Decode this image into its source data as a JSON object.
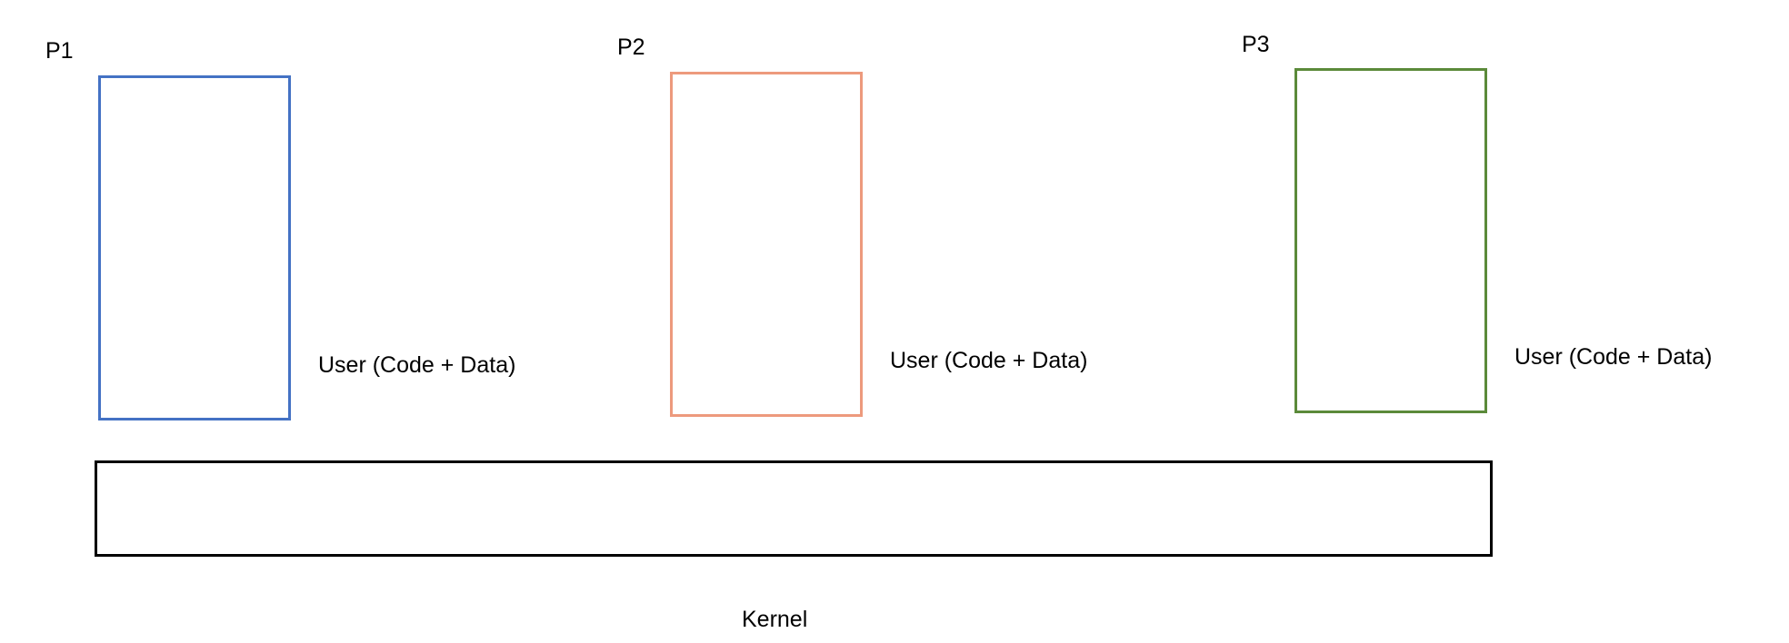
{
  "processes": [
    {
      "label": "P1",
      "region_label": "User (Code + Data)",
      "color": "#4472c4"
    },
    {
      "label": "P2",
      "region_label": "User (Code + Data)",
      "color": "#ed9a7d"
    },
    {
      "label": "P3",
      "region_label": "User (Code + Data)",
      "color": "#5b8a3a"
    }
  ],
  "kernel": {
    "label": "Kernel",
    "color": "#000000"
  }
}
